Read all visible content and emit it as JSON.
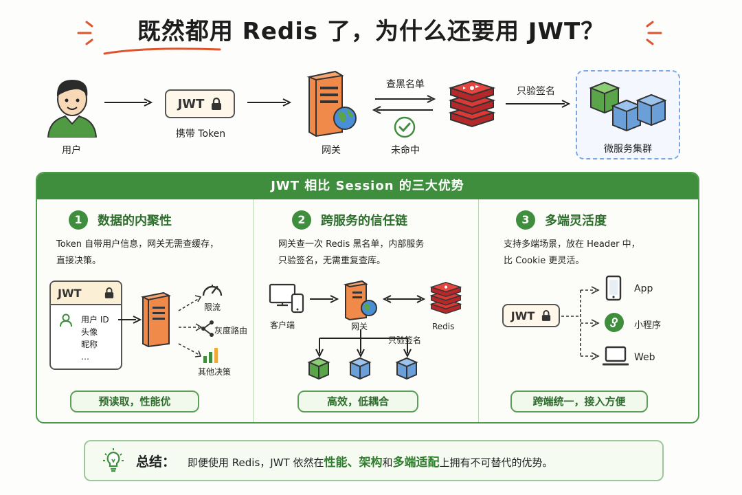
{
  "title": {
    "lead": "既然都用",
    "rest": " Redis 了，为什么还要用 JWT？"
  },
  "flow": {
    "user_label": "用户",
    "jwt_chip": "JWT",
    "carry_label": "携带 Token",
    "gateway_label": "网关",
    "check_label": "查黑名单",
    "miss_label": "未命中",
    "verify_label": "只验签名",
    "cluster_label": "微服务集群"
  },
  "panel": {
    "heading": "JWT 相比 Session 的三大优势",
    "col1": {
      "num": "1",
      "title": "数据的内聚性",
      "desc_lines": [
        "Token 自带用户信息，网关无需查缓存，",
        "直接决策。"
      ],
      "card_title": "JWT",
      "card_lines": [
        "用户 ID",
        "头像",
        "昵称",
        "…"
      ],
      "targets": [
        "限流",
        "灰度路由",
        "其他决策"
      ],
      "pill": "预读取，性能优"
    },
    "col2": {
      "num": "2",
      "title": "跨服务的信任链",
      "desc_lines": [
        "网关查一次 Redis 黑名单，内部服务",
        "只验签名，无需重复查库。"
      ],
      "client_label": "客户端",
      "gateway_label": "网关",
      "redis_label": "Redis",
      "verify_label": "只验签名",
      "pill": "高效，低耦合"
    },
    "col3": {
      "num": "3",
      "title": "多端灵活度",
      "desc_lines": [
        "支持多端场景，放在 Header 中，",
        "比 Cookie 更灵活。"
      ],
      "chip": "JWT",
      "targets": [
        "App",
        "小程序",
        "Web"
      ],
      "pill": "跨端统一，接入方便"
    }
  },
  "summary": {
    "key": "总结：",
    "pre": "即便使用 Redis，JWT 依然在",
    "hl1": "性能",
    "sep1": "、",
    "hl2": "架构",
    "mid": "和",
    "hl3": "多端适配",
    "post": "上拥有不可替代的优势。"
  },
  "colors": {
    "green": "#3f8e3d",
    "orange": "#f08a4b",
    "red": "#d93a36",
    "blue": "#6a9fd8"
  }
}
